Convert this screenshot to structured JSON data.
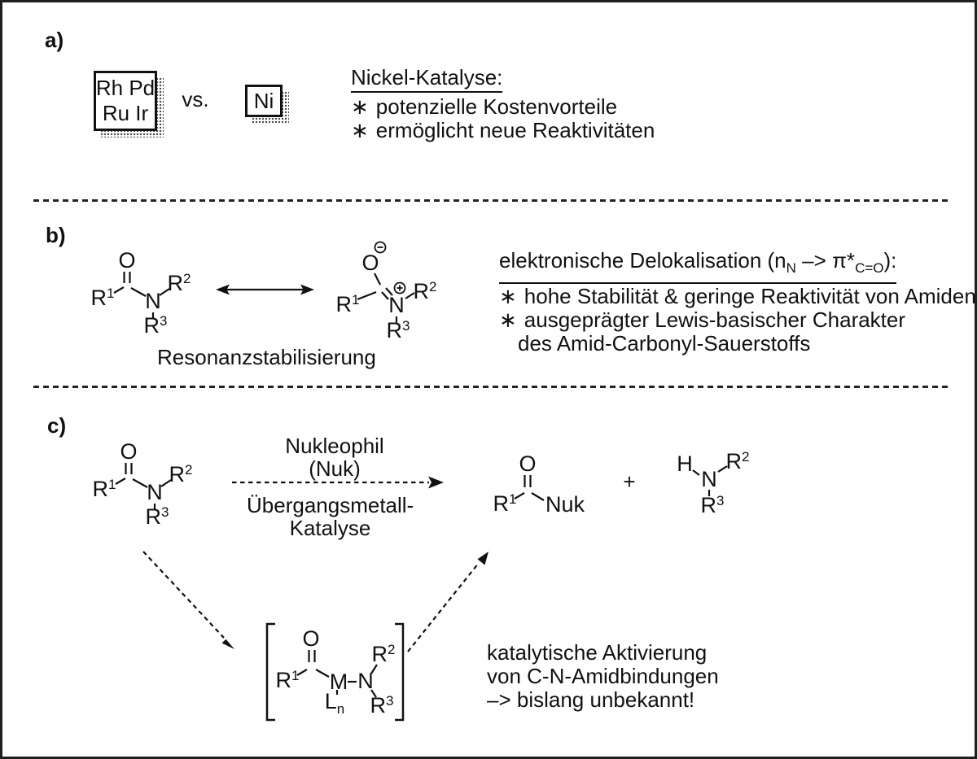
{
  "labels": {
    "a": "a)",
    "b": "b)",
    "c": "c)"
  },
  "section_a": {
    "box_precious": {
      "line1": "Rh Pd",
      "line2": "Ru Ir"
    },
    "vs": "vs.",
    "box_nickel": "Ni",
    "header": "Nickel-Katalyse:",
    "bullets": [
      {
        "marker": "∗",
        "text": "potenzielle Kostenvorteile"
      },
      {
        "marker": "∗",
        "text": "ermöglicht neue Reaktivitäten"
      }
    ]
  },
  "section_b": {
    "header": {
      "p1": "elektronische Delokalisation (n",
      "sub1": "N",
      "p2": " –> π*",
      "sub2": "C=O",
      "p3": "):"
    },
    "bullets": [
      {
        "marker": "∗",
        "text": "hohe Stabilität & geringe Reaktivität von Amiden"
      },
      {
        "marker": "∗",
        "text": "ausgeprägter Lewis-basischer Charakter"
      },
      {
        "marker": "",
        "text": "des Amid-Carbonyl-Sauerstoffs"
      }
    ],
    "caption": "Resonanzstabilisierung"
  },
  "section_c": {
    "arrow_top": {
      "line1": "Nukleophil",
      "line2": "(Nuk)"
    },
    "arrow_bottom": {
      "line1": "Übergangsmetall-",
      "line2": "Katalyse"
    },
    "plus": "+",
    "note": [
      "katalytische Aktivierung",
      "von C-N-Amidbindungen",
      "–> bislang unbekannt!"
    ]
  },
  "atoms": {
    "R": "R",
    "sup1": "1",
    "sup2": "2",
    "sup3": "3",
    "O": "O",
    "N": "N",
    "H": "H",
    "M": "M",
    "L": "L",
    "subn": "n",
    "Nuk": "Nuk"
  },
  "icons": {
    "minus_charge": "circled-minus",
    "plus_charge": "circled-plus",
    "resonance_arrow": "double-headed-arrow",
    "reaction_arrow": "dashed-arrow-right"
  }
}
